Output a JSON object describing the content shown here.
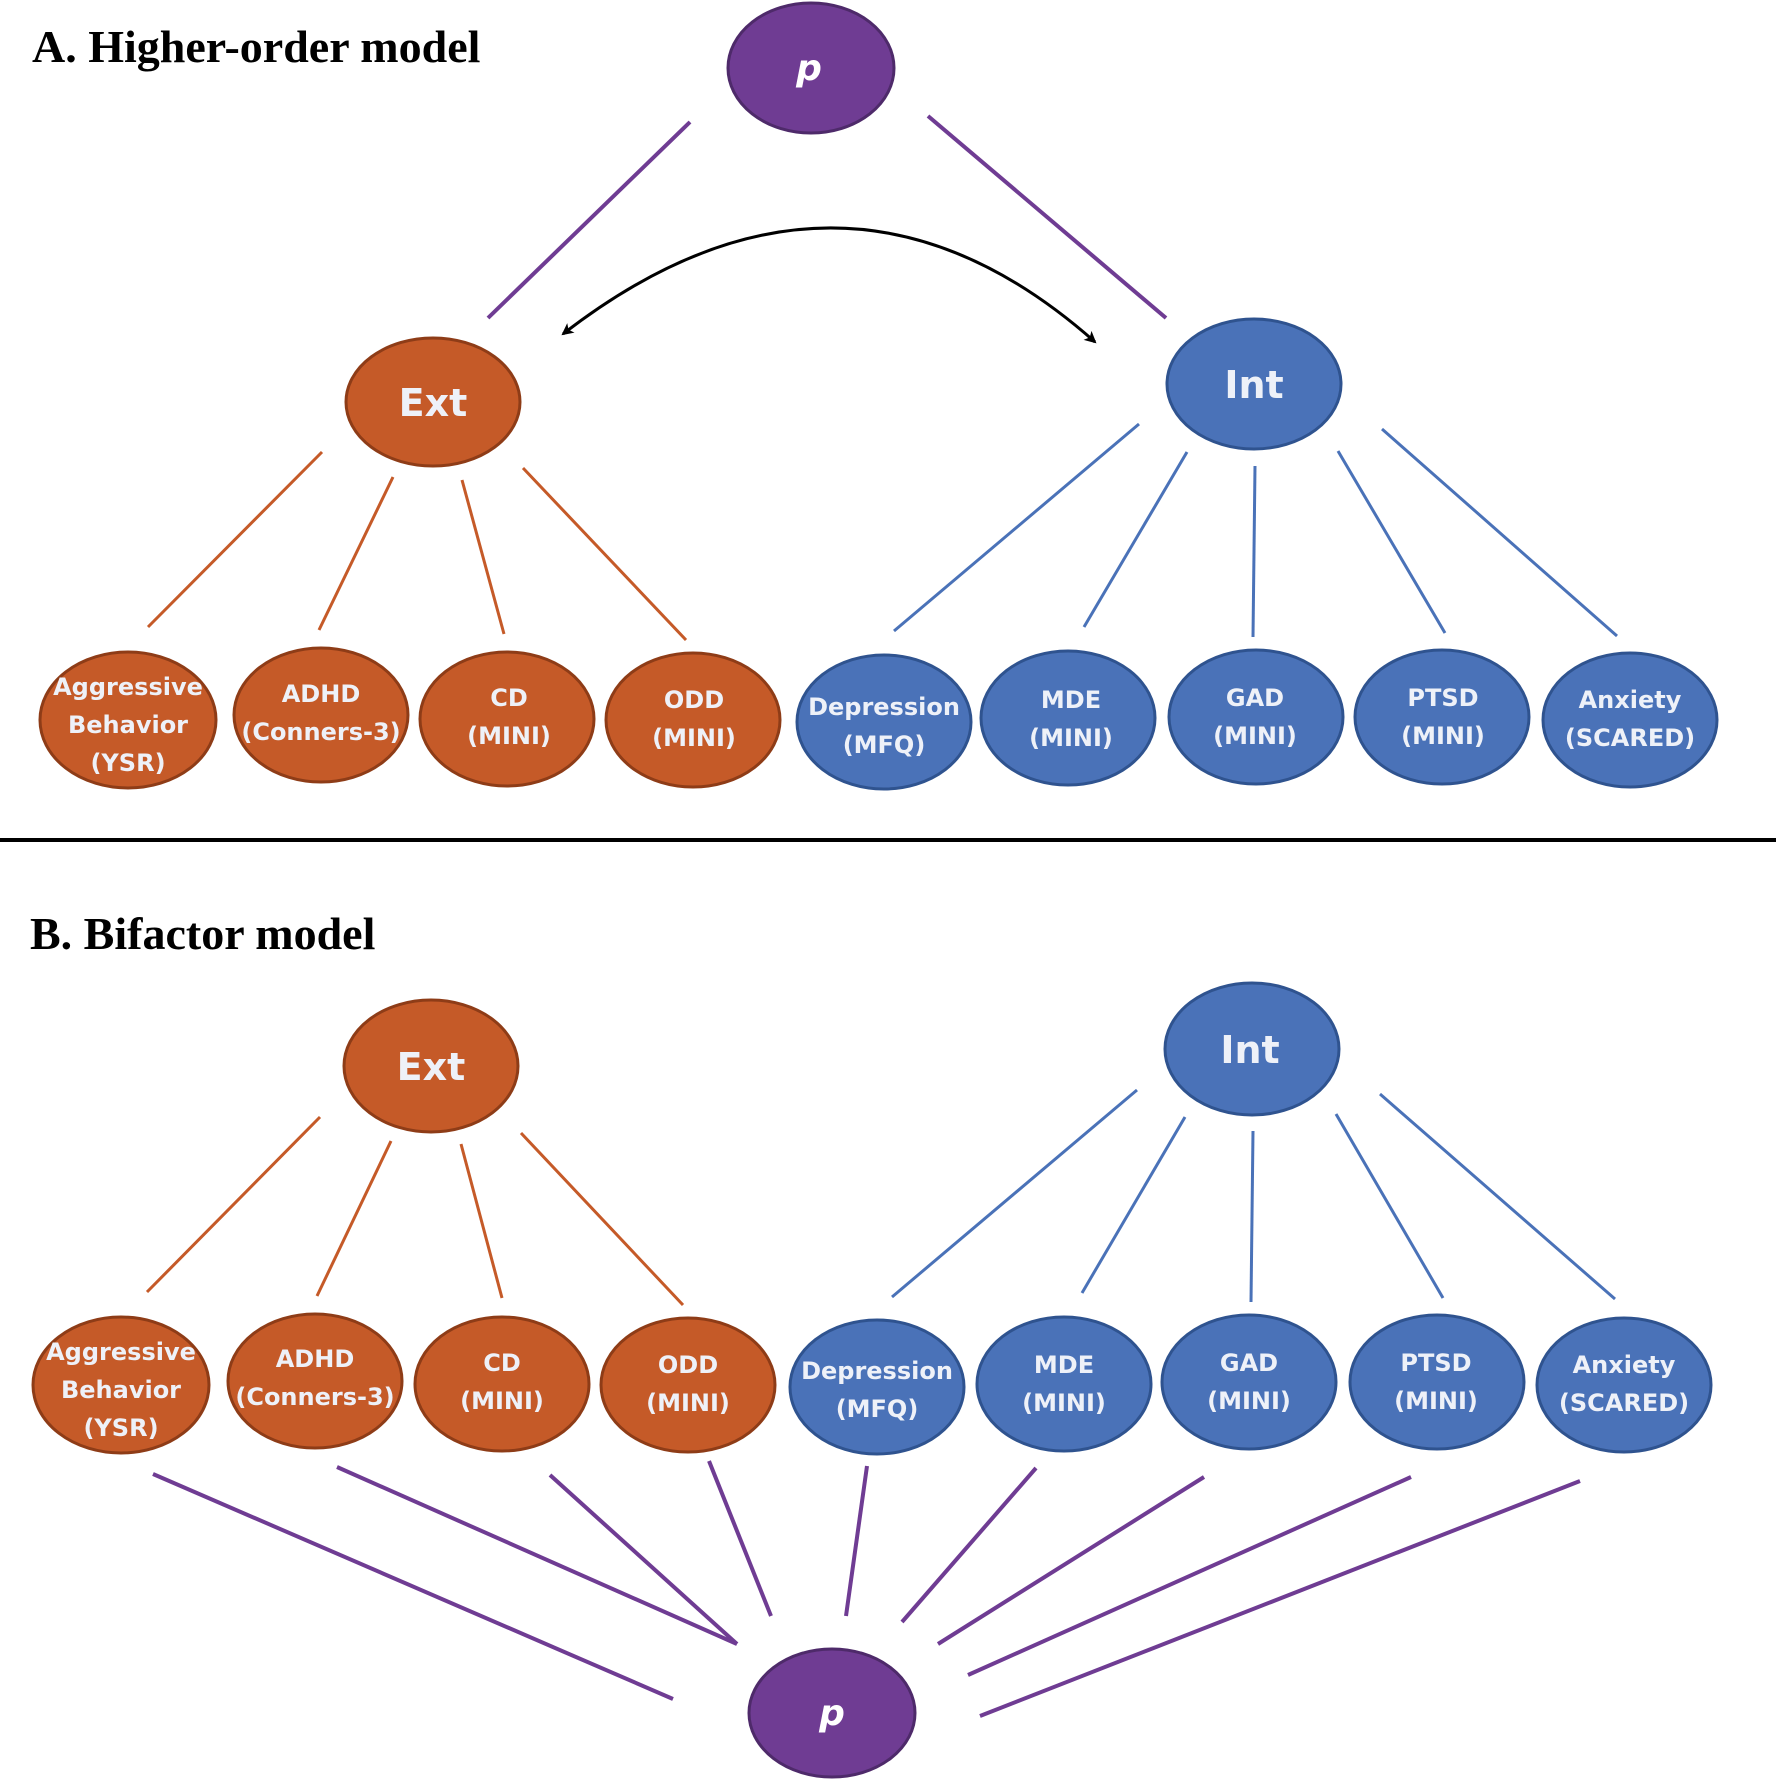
{
  "panels": {
    "a": {
      "title": "A.  Higher-order model"
    },
    "b": {
      "title": "B.  Bifactor model"
    }
  },
  "general_factor": {
    "label": "p",
    "color": "#6f3c93"
  },
  "ext": {
    "label": "Ext",
    "color": "#c55a28",
    "border": "#8e3c17"
  },
  "int": {
    "label": "Int",
    "color": "#4a72b8",
    "border": "#2f538f"
  },
  "ext_indicators": [
    {
      "line1": "Aggressive",
      "line2": "Behavior",
      "line3": "(YSR)"
    },
    {
      "line1": "ADHD",
      "line2": "(Conners-3)"
    },
    {
      "line1": "CD",
      "line2": "(MINI)"
    },
    {
      "line1": "ODD",
      "line2": "(MINI)"
    }
  ],
  "int_indicators": [
    {
      "line1": "Depression",
      "line2": "(MFQ)"
    },
    {
      "line1": "MDE",
      "line2": "(MINI)"
    },
    {
      "line1": "GAD",
      "line2": "(MINI)"
    },
    {
      "line1": "PTSD",
      "line2": "(MINI)"
    },
    {
      "line1": "Anxiety",
      "line2": "(SCARED)"
    }
  ]
}
